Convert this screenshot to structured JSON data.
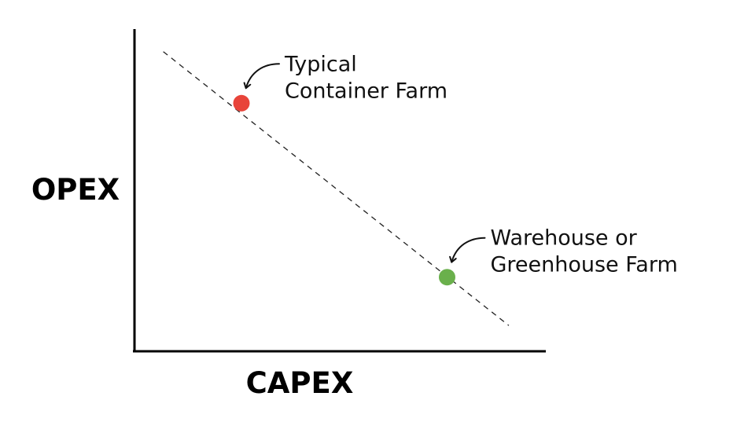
{
  "chart_data": {
    "type": "scatter",
    "title": "",
    "xlabel": "CAPEX",
    "ylabel": "OPEX",
    "ticks": false,
    "grid": false,
    "points": [
      {
        "label": [
          "Typical",
          "Container Farm"
        ],
        "capex": 0.26,
        "opex": 0.77,
        "color": "#e8443a"
      },
      {
        "label": [
          "Warehouse or",
          "Greenhouse Farm"
        ],
        "capex": 0.76,
        "opex": 0.23,
        "color": "#6ab04c"
      }
    ],
    "trend_line": {
      "style": "dashed",
      "from": [
        0.07,
        0.93
      ],
      "to": [
        0.91,
        0.08
      ]
    }
  }
}
